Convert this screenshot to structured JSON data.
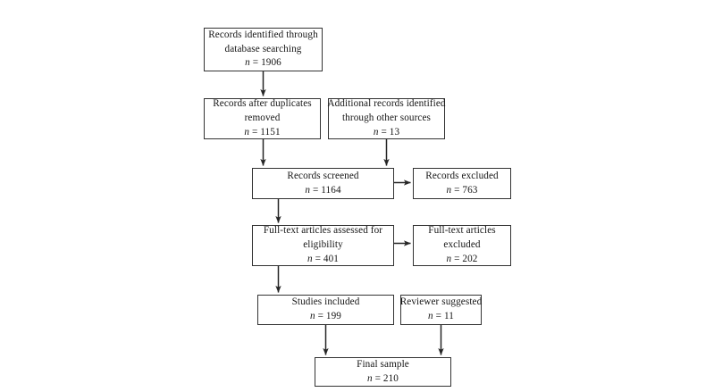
{
  "diagram": {
    "type": "prisma-flow-diagram",
    "title": "",
    "colors": {
      "background": "#ffffff",
      "border": "#333333",
      "text": "#151515",
      "connector": "#262626"
    },
    "count_prefix": "n",
    "count_separator": "=",
    "nodes": [
      {
        "id": "identified",
        "lines": [
          "Records identified through",
          "database searching"
        ],
        "count": "1906"
      },
      {
        "id": "duplicates",
        "lines": [
          "Records after duplicates",
          "removed"
        ],
        "count": "1151"
      },
      {
        "id": "additional",
        "lines": [
          "Additional records identified",
          "through other sources"
        ],
        "count": "13"
      },
      {
        "id": "screened",
        "lines": [
          "Records screened"
        ],
        "count": "1164"
      },
      {
        "id": "records_excluded",
        "lines": [
          "Records excluded"
        ],
        "count": "763"
      },
      {
        "id": "fulltext",
        "lines": [
          "Full-text articles assessed for",
          "eligibility"
        ],
        "count": "401"
      },
      {
        "id": "fulltext_excluded",
        "lines": [
          "Full-text articles",
          "excluded"
        ],
        "count": "202"
      },
      {
        "id": "studies_included",
        "lines": [
          "Studies included"
        ],
        "count": "199"
      },
      {
        "id": "reviewer_suggested",
        "lines": [
          "Reviewer suggested"
        ],
        "count": "11"
      },
      {
        "id": "final_sample",
        "lines": [
          "Final sample"
        ],
        "count": "210"
      }
    ],
    "connectors": [
      {
        "id": "identified-to-duplicates",
        "from": "identified",
        "to": "duplicates",
        "direction": "down"
      },
      {
        "id": "duplicates-to-screened",
        "from": "duplicates",
        "to": "screened",
        "direction": "down"
      },
      {
        "id": "additional-to-screened",
        "from": "additional",
        "to": "screened",
        "direction": "down"
      },
      {
        "id": "screened-to-records-excluded",
        "from": "screened",
        "to": "records_excluded",
        "direction": "right"
      },
      {
        "id": "screened-to-fulltext",
        "from": "screened",
        "to": "fulltext",
        "direction": "down"
      },
      {
        "id": "fulltext-to-fulltext-excluded",
        "from": "fulltext",
        "to": "fulltext_excluded",
        "direction": "right"
      },
      {
        "id": "fulltext-to-studies",
        "from": "fulltext",
        "to": "studies_included",
        "direction": "down"
      },
      {
        "id": "studies-to-final",
        "from": "studies_included",
        "to": "final_sample",
        "direction": "down"
      },
      {
        "id": "reviewer-to-final",
        "from": "reviewer_suggested",
        "to": "final_sample",
        "direction": "down"
      }
    ]
  }
}
